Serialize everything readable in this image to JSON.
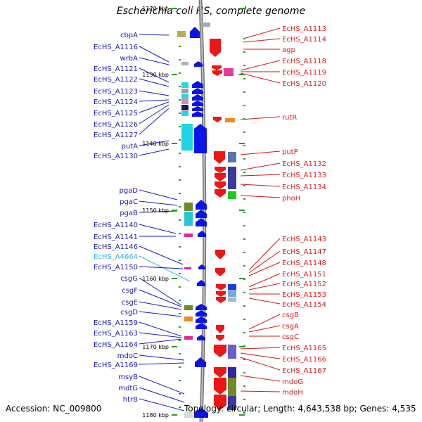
{
  "title": "Escherichia coli HS, complete genome",
  "footer": {
    "accession": "Accession: NC_009800",
    "summary": "Topology: circular; Length: 4,643,538 bp; Genes: 4,535"
  },
  "scale": {
    "unit": "kbp",
    "ticks": [
      "1120 kbp",
      "1130 kbp",
      "1140 kbp",
      "1150 kbp",
      "1160 kbp",
      "1170 kbp",
      "1180 kbp"
    ]
  },
  "colors": {
    "left_label": "#1c1cb4",
    "highlight_label": "#37b2e6",
    "right_label": "#d71e1e",
    "left_arrow": "#0a14e6",
    "right_arrow": "#ee1515",
    "backbone": "#8a8a8a"
  },
  "left_labels": [
    "cbpA",
    "EcHS_A1116",
    "wrbA",
    "EcHS_A1121",
    "EcHS_A1122",
    "EcHS_A1123",
    "EcHS_A1124",
    "EcHS_A1125",
    "EcHS_A1126",
    "EcHS_A1127",
    "putA",
    "EcHS_A1130",
    "pgaD",
    "pgaC",
    "pgaB",
    "EcHS_A1140",
    "EcHS_A1141",
    "EcHS_A1146",
    "EcHS_A4664",
    "EcHS_A1150",
    "csgG",
    "csgF",
    "csgE",
    "csgD",
    "EcHS_A1159",
    "EcHS_A1163",
    "EcHS_A1164",
    "mdoC",
    "EcHS_A1169",
    "msyB",
    "mdtG",
    "htrB"
  ],
  "highlight_label": "EcHS_A4664",
  "right_labels": [
    "EcHS_A1113",
    "EcHS_A1114",
    "agp",
    "EcHS_A1118",
    "EcHS_A1119",
    "EcHS_A1120",
    "rutR",
    "putP",
    "EcHS_A1132",
    "EcHS_A1133",
    "EcHS_A1134",
    "phoH",
    "EcHS_A1143",
    "EcHS_A1147",
    "EcHS_A1148",
    "EcHS_A1151",
    "EcHS_A1152",
    "EcHS_A1153",
    "EcHS_A1154",
    "csgB",
    "csgA",
    "csgC",
    "EcHS_A1165",
    "EcHS_A1166",
    "EcHS_A1167",
    "mdoG",
    "mdoH"
  ]
}
